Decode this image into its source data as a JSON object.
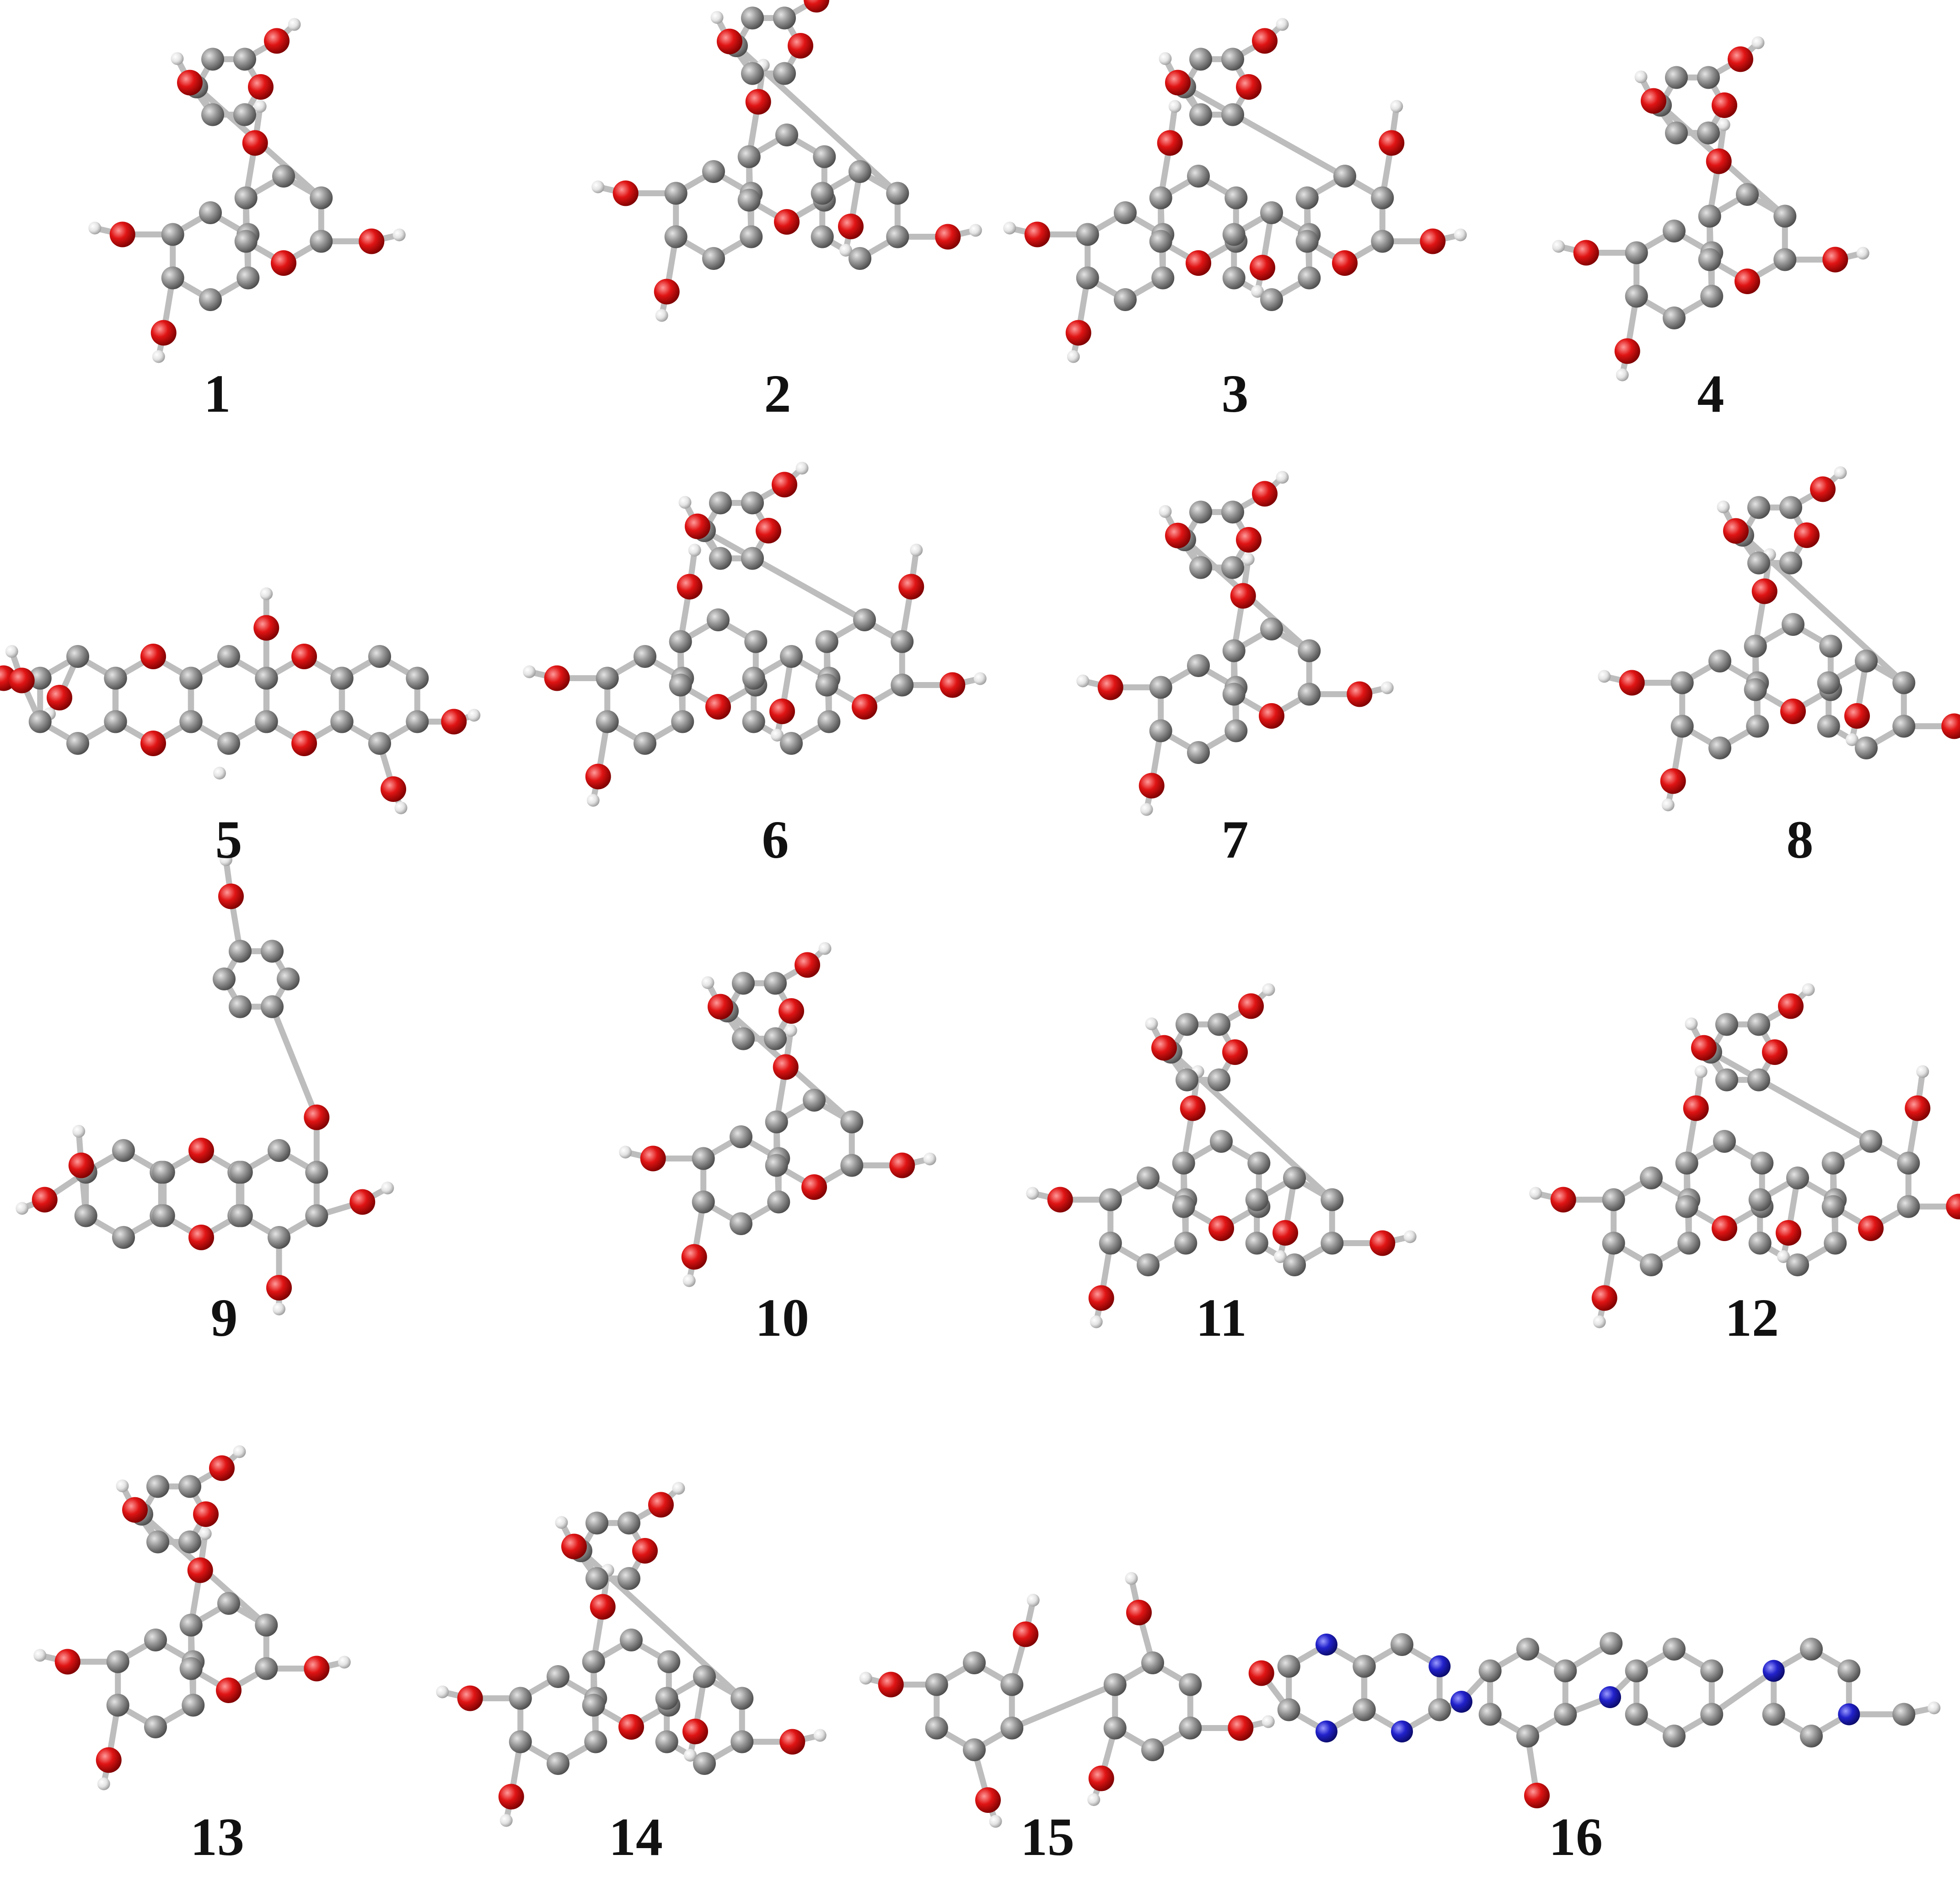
{
  "figure": {
    "background": "#ffffff",
    "atom_colors": {
      "C": "#8e8e8e",
      "H": "#e6e6e6",
      "O": "#e01414",
      "N": "#2222cc"
    },
    "bond_color": "#bdbdbd",
    "molecules": [
      {
        "label": "1"
      },
      {
        "label": "2"
      },
      {
        "label": "3"
      },
      {
        "label": "4"
      },
      {
        "label": "5"
      },
      {
        "label": "6"
      },
      {
        "label": "7"
      },
      {
        "label": "8"
      },
      {
        "label": "9"
      },
      {
        "label": "10"
      },
      {
        "label": "11"
      },
      {
        "label": "12"
      },
      {
        "label": "13"
      },
      {
        "label": "14"
      },
      {
        "label": "15"
      },
      {
        "label": "16"
      }
    ]
  }
}
